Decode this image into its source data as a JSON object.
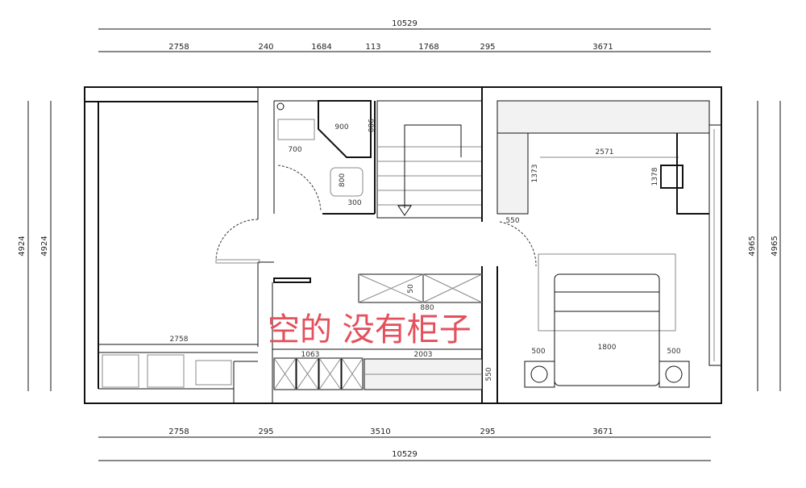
{
  "dimensions": {
    "top_total": "10529",
    "top_segments": [
      "2758",
      "240",
      "1684",
      "113",
      "1768",
      "295",
      "3671"
    ],
    "bottom_segments": [
      "2758",
      "295",
      "3510",
      "295",
      "3671"
    ],
    "bottom_total": "10529",
    "left": [
      "4924",
      "4924"
    ],
    "right": [
      "4965",
      "4965"
    ]
  },
  "interior_labels": {
    "bath_vanity": "700",
    "shower_w": "900",
    "shower_d": "980",
    "toilet_h": "800",
    "toilet_w": "300",
    "wardrobe_h": "1373",
    "wardrobe_w": "550",
    "bedroom_w": "2571",
    "desk_h": "1378",
    "bed_w": "1800",
    "nightstand_left": "500",
    "nightstand_right": "500",
    "living_w": "2758",
    "cabinet_top": "50",
    "cabinet_w1": "880",
    "cabinet_w2": "2003",
    "cabinet_w3": "1063",
    "wardrobe_bottom_d": "550"
  },
  "annotation": {
    "text": "空的 没有柜子",
    "color": "#e4505c"
  }
}
